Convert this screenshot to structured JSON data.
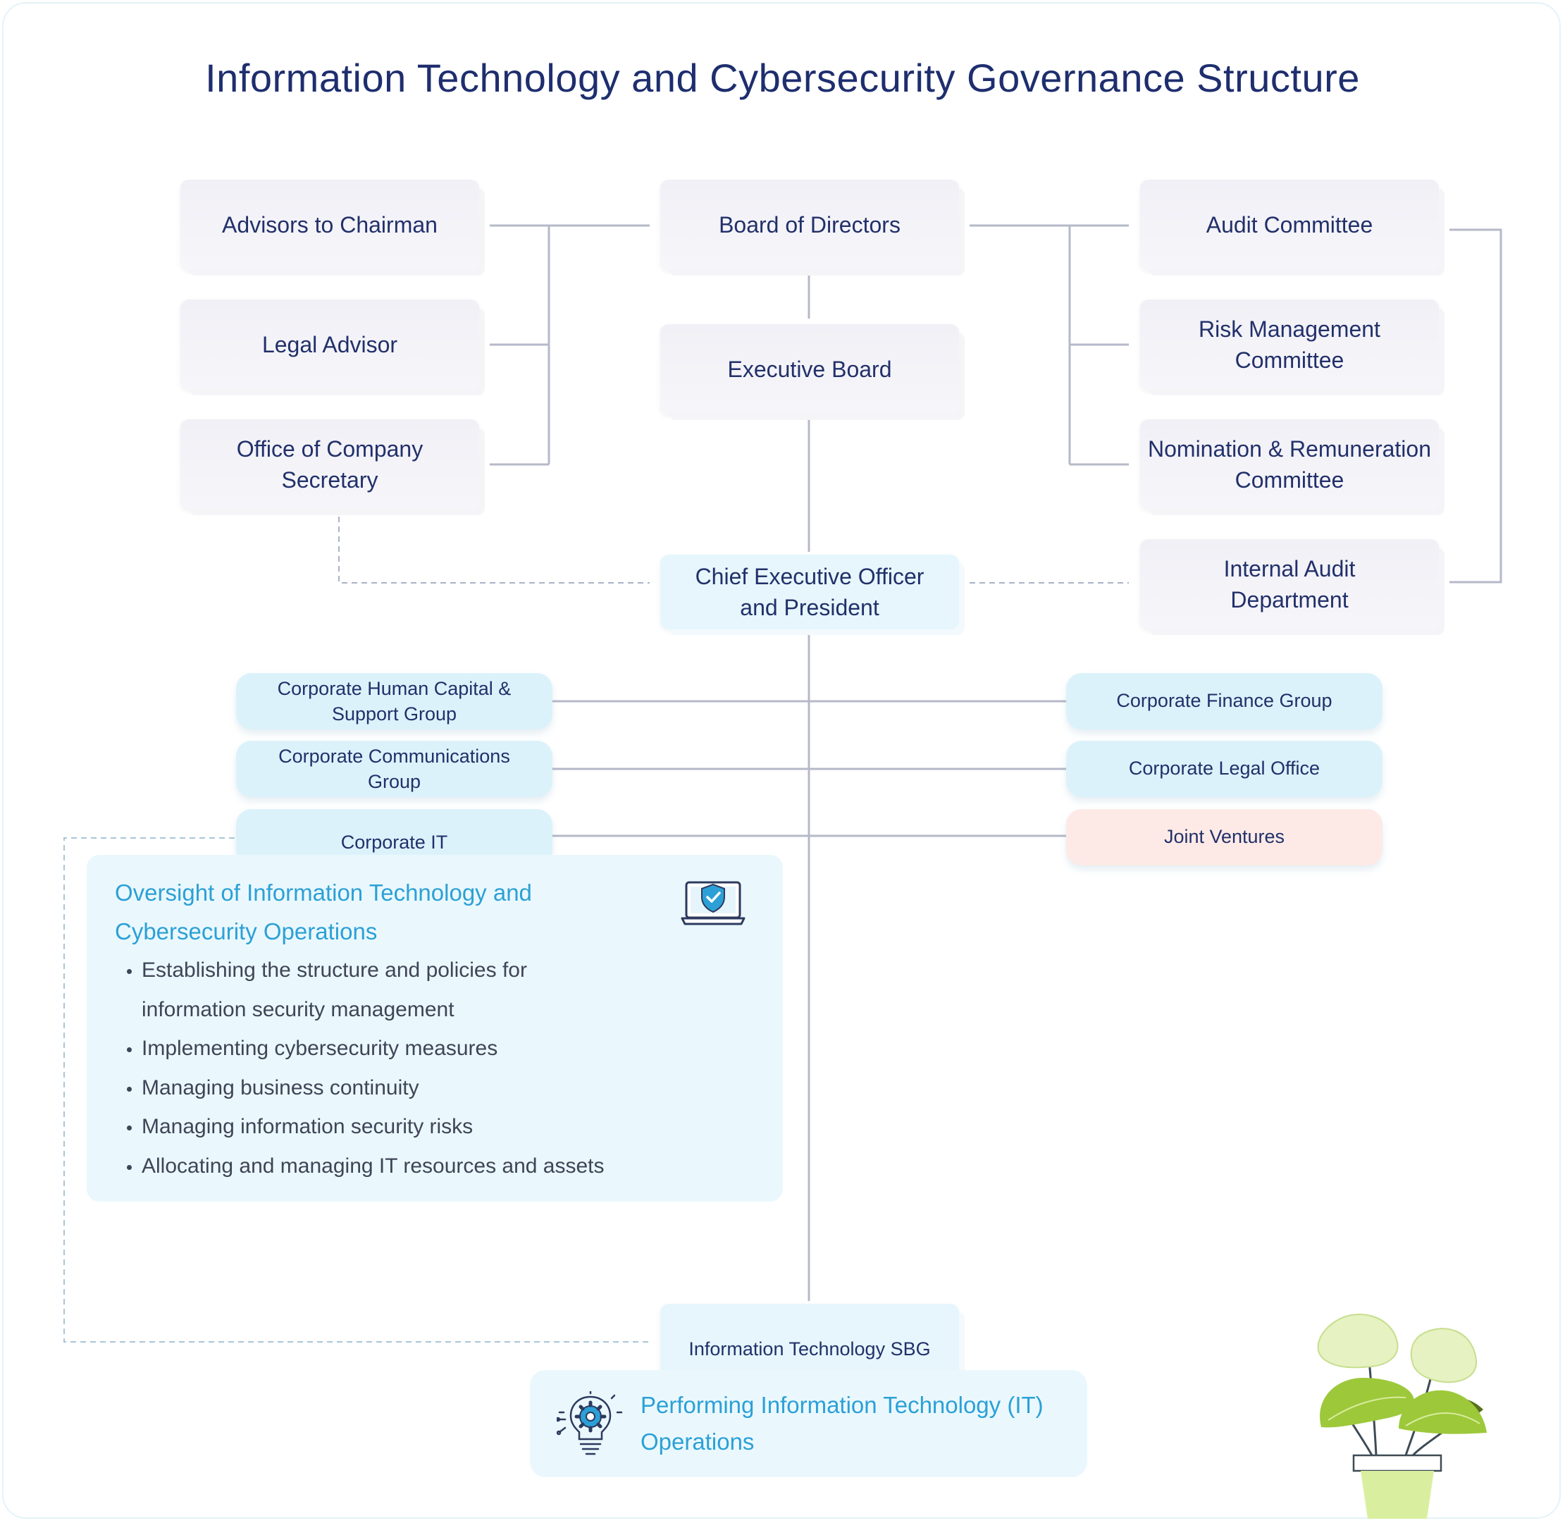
{
  "page": {
    "title": "Information Technology and Cybersecurity Governance Structure"
  },
  "left_advisors": [
    "Advisors to Chairman",
    "Legal Advisor",
    "Office of Company Secretary"
  ],
  "center": {
    "board": "Board of Directors",
    "executive_board": "Executive Board",
    "ceo": "Chief Executive Officer and President",
    "it_sbg": "Information Technology SBG"
  },
  "right_committees": [
    "Audit Committee",
    "Risk Management Committee",
    "Nomination & Remuneration Committee",
    "Internal Audit Department"
  ],
  "groups_left": [
    "Corporate Human Capital & Support Group",
    "Corporate Communications Group",
    "Corporate IT"
  ],
  "groups_right": [
    "Corporate Finance Group",
    "Corporate Legal Office",
    "Joint Ventures"
  ],
  "oversight": {
    "title": "Oversight of Information Technology and Cybersecurity Operations",
    "items": [
      "Establishing the structure and policies for information security management",
      "Implementing cybersecurity measures",
      "Managing business continuity",
      "Managing information security risks",
      "Allocating and managing IT resources and assets"
    ],
    "icon": "laptop-shield-icon"
  },
  "operations": {
    "text": "Performing Information Technology (IT) Operations",
    "icon": "lightbulb-gear-icon"
  },
  "decoration": {
    "icon": "potted-plant-icon"
  },
  "colors": {
    "title": "#1e2e6e",
    "box_text": "#22306a",
    "accent": "#2ca0d6",
    "connector": "#b5b9c8",
    "dashed_connector": "#a9c6d8",
    "joint_ventures": "#fdeae6",
    "light_blue": "#dcf2fb"
  }
}
